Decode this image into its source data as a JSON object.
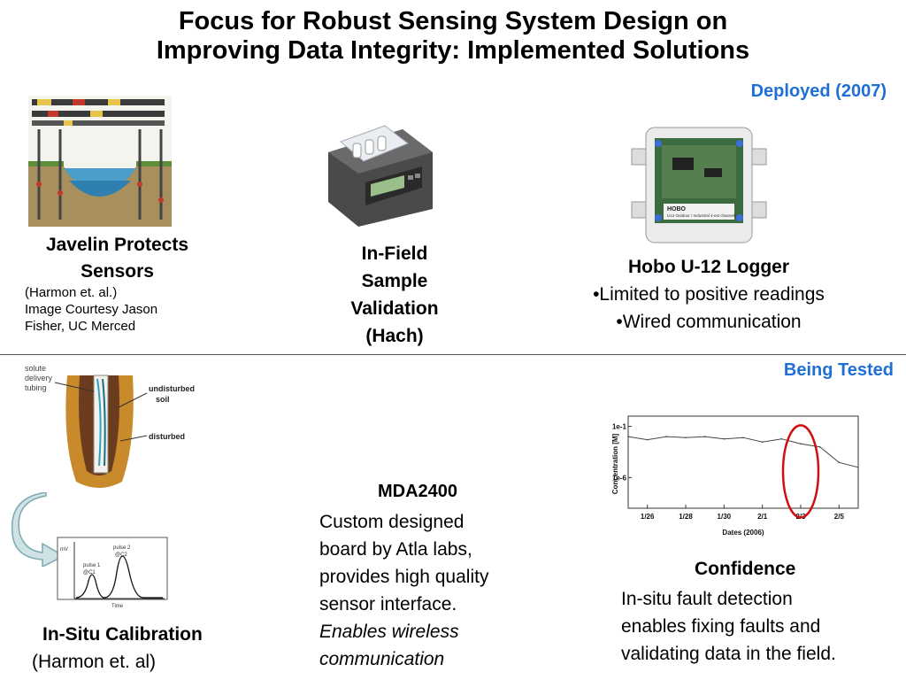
{
  "slide": {
    "title_line1": "Focus for Robust Sensing System Design on",
    "title_line2": "Improving Data Integrity: Implemented Solutions",
    "deployed_label": "Deployed (2007)",
    "being_tested_label": "Being Tested"
  },
  "javelin": {
    "heading_line1": "Javelin Protects",
    "heading_line2": "Sensors",
    "citation": "(Harmon et. al.)",
    "courtesy_line1": "Image Courtesy Jason",
    "courtesy_line2": "Fisher, UC Merced"
  },
  "hach": {
    "line1": "In-Field",
    "line2": "Sample",
    "line3": "Validation",
    "line4": "(Hach)"
  },
  "hobo": {
    "heading": "Hobo U-12 Logger",
    "bullet1": "•Limited to positive readings",
    "bullet2": "•Wired communication",
    "device_brand": "HOBO",
    "device_text": "U12 Outdoor / Industrial 4-ext channels"
  },
  "soil_diagram": {
    "tubing_line1": "solute",
    "tubing_line2": "delivery",
    "tubing_line3": "tubing",
    "undisturbed_line1": "undisturbed",
    "undisturbed_line2": "soil",
    "disturbed": "disturbed"
  },
  "pulse_plot": {
    "ylabel": "mV",
    "xlabel": "Time",
    "pulse1_line1": "pulse 1",
    "pulse1_line2": "@C1",
    "pulse2_line1": "pulse 2",
    "pulse2_line2": "@C2"
  },
  "calibration": {
    "heading": "In-Situ Calibration",
    "citation": "(Harmon et. al)"
  },
  "mda": {
    "heading": "MDA2400",
    "line1": "Custom designed",
    "line2": "board by Atla labs,",
    "line3": "provides high quality",
    "line4": "sensor interface.",
    "line5": "Enables wireless",
    "line6": "communication"
  },
  "confidence": {
    "heading": "Confidence",
    "line1": "In-situ fault detection",
    "line2": "enables fixing faults and",
    "line3": "validating data in the field."
  },
  "chart_data": {
    "type": "line",
    "title": "",
    "xlabel": "Dates (2006)",
    "ylabel": "Concentration [M]",
    "x_tick_labels": [
      "1/26",
      "1/28",
      "1/30",
      "2/1",
      "2/3",
      "2/5"
    ],
    "y_tick_labels": [
      "1e-1",
      "1e-6"
    ],
    "yscale": "log",
    "ylim": [
      1e-09,
      1
    ],
    "xlim": [
      "2006-01-25",
      "2006-02-06"
    ],
    "series": [
      {
        "x": [
          "2006-01-25",
          "2006-01-26",
          "2006-01-27",
          "2006-01-28",
          "2006-01-29",
          "2006-01-30",
          "2006-01-31",
          "2006-02-01",
          "2006-02-02",
          "2006-02-03",
          "2006-02-04",
          "2006-02-05",
          "2006-02-06"
        ],
        "y": [
          0.01,
          0.005,
          0.01,
          0.008,
          0.01,
          0.006,
          0.008,
          0.003,
          0.006,
          0.002,
          0.001,
          3e-05,
          1e-05
        ]
      }
    ],
    "highlight_ellipse_color": "#d01010",
    "grid": false
  }
}
